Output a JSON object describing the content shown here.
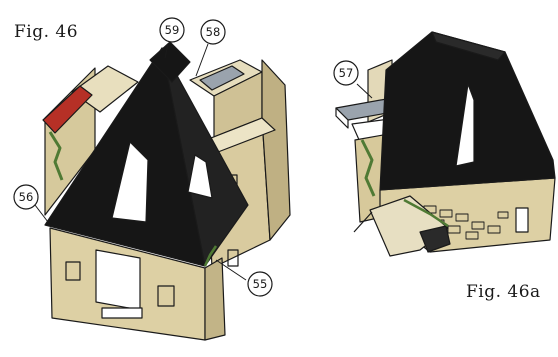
{
  "figures": [
    {
      "title": "Fig. 46"
    },
    {
      "title": "Fig. 46a"
    }
  ],
  "callouts": [
    {
      "label": "59"
    },
    {
      "label": "58"
    },
    {
      "label": "56"
    },
    {
      "label": "55"
    },
    {
      "label": "57"
    }
  ],
  "colors": {
    "roof": "#161616",
    "wall": "#ddd0a4",
    "wall_shade": "#c7b98c",
    "wall_dark": "#a9996c",
    "flashing_green": "#4f7a34",
    "chimney_red": "#b63026",
    "window_white": "#ffffff",
    "leadwork_grey": "#9aa3ad",
    "outline": "#1a1a1a"
  }
}
